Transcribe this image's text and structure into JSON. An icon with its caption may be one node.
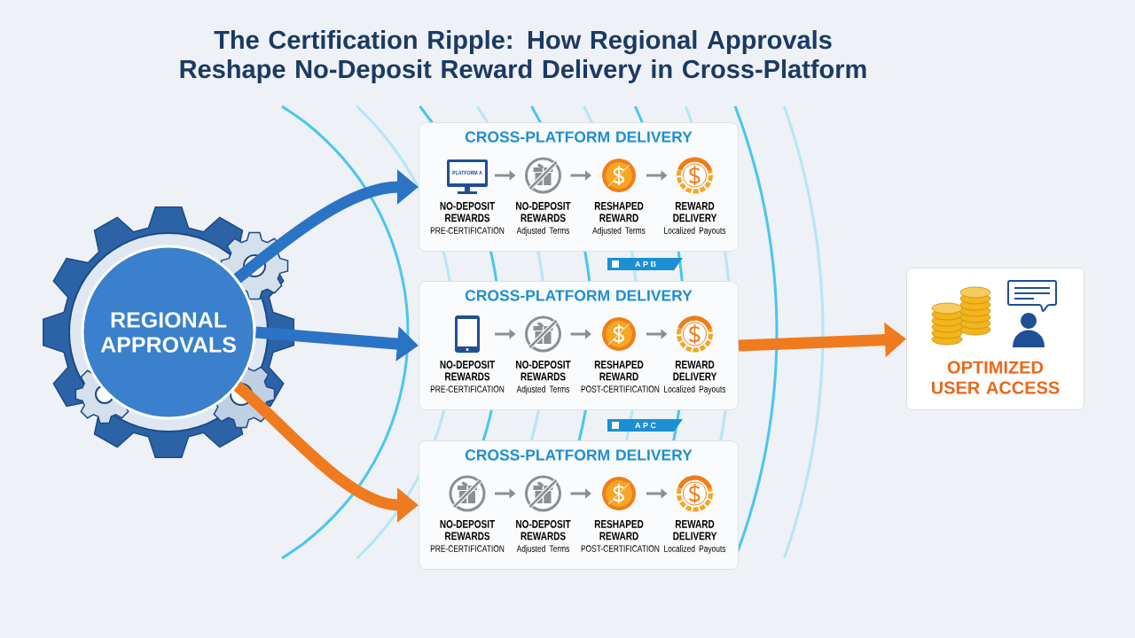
{
  "diagram": {
    "title": "The Certification Ripple: How Regional Approvals Reshape No-Deposit Reward Delivery in Cross-Platform",
    "nodes": [
      {
        "text": [
          "REGIONAL APPROVALS"
        ]
      },
      {
        "text": [
          "CROSS-PLATFORM DELIVERY"
        ]
      },
      {
        "text": [
          "NO-DEPOSIT REWARDS",
          "PRE-CERTIFICATION"
        ],
        "in": 1
      },
      {
        "text": [
          "NO-DEPOSIT REWARDS",
          "Adjusted Terms"
        ],
        "in": 1
      },
      {
        "text": [
          "RESHAPED REWARD",
          "Adjusted Terms"
        ],
        "in": 1
      },
      {
        "text": [
          "REWARD DELIVERY",
          "Localized Payouts"
        ],
        "in": 1
      },
      {
        "text": [
          "CROSS-PLATFORM DELIVERY"
        ]
      },
      {
        "text": [
          "NO-DEPOSIT REWARDS",
          "PRE-CERTIFICATION"
        ],
        "in": 6
      },
      {
        "text": [
          "NO-DEPOSIT REWARDS",
          "Adjusted Terms"
        ],
        "in": 6
      },
      {
        "text": [
          "RESHAPED REWARD",
          "POST-CERTIFICATION"
        ],
        "in": 6
      },
      {
        "text": [
          "REWARD DELIVERY",
          "Localized Payouts"
        ],
        "in": 6
      },
      {
        "text": [
          "CROSS-PLATFORM DELIVERY"
        ]
      },
      {
        "text": [
          "NO-DEPOSIT REWARDS",
          "PRE-CERTIFICATION"
        ],
        "in": 11
      },
      {
        "text": [
          "NO-DEPOSIT REWARDS",
          "Adjusted Terms"
        ],
        "in": 11
      },
      {
        "text": [
          "RESHAPED REWARD",
          "POST-CERTIFICATION"
        ],
        "in": 11
      },
      {
        "text": [
          "REWARD DELIVERY",
          "Localized Payouts"
        ],
        "in": 11
      },
      {
        "text": [
          "OPTIMIZED USER ACCESS"
        ]
      }
    ],
    "edges": [
      {
        "from": 0,
        "to": 1,
        "arrow": "to",
        "style": "thick",
        "color": "#2b73c4"
      },
      {
        "from": 0,
        "to": 6,
        "arrow": "to",
        "style": "thick",
        "color": "#2b73c4"
      },
      {
        "from": 0,
        "to": 11,
        "arrow": "to",
        "style": "thick",
        "color": "#f07a1e"
      },
      {
        "from": 6,
        "to": 16,
        "arrow": "to",
        "style": "thick",
        "color": "#f07a1e"
      },
      {
        "from": 2,
        "to": 3,
        "arrow": "to"
      },
      {
        "from": 3,
        "to": 4,
        "arrow": "to"
      },
      {
        "from": 4,
        "to": 5,
        "arrow": "to"
      },
      {
        "from": 7,
        "to": 8,
        "arrow": "to"
      },
      {
        "from": 8,
        "to": 9,
        "arrow": "to"
      },
      {
        "from": 9,
        "to": 10,
        "arrow": "to"
      },
      {
        "from": 12,
        "to": 13,
        "arrow": "to"
      },
      {
        "from": 13,
        "to": 14,
        "arrow": "to"
      },
      {
        "from": 14,
        "to": 15,
        "arrow": "to"
      }
    ],
    "labels": [
      "PLATFORM A",
      "A P B",
      "A P C"
    ]
  }
}
